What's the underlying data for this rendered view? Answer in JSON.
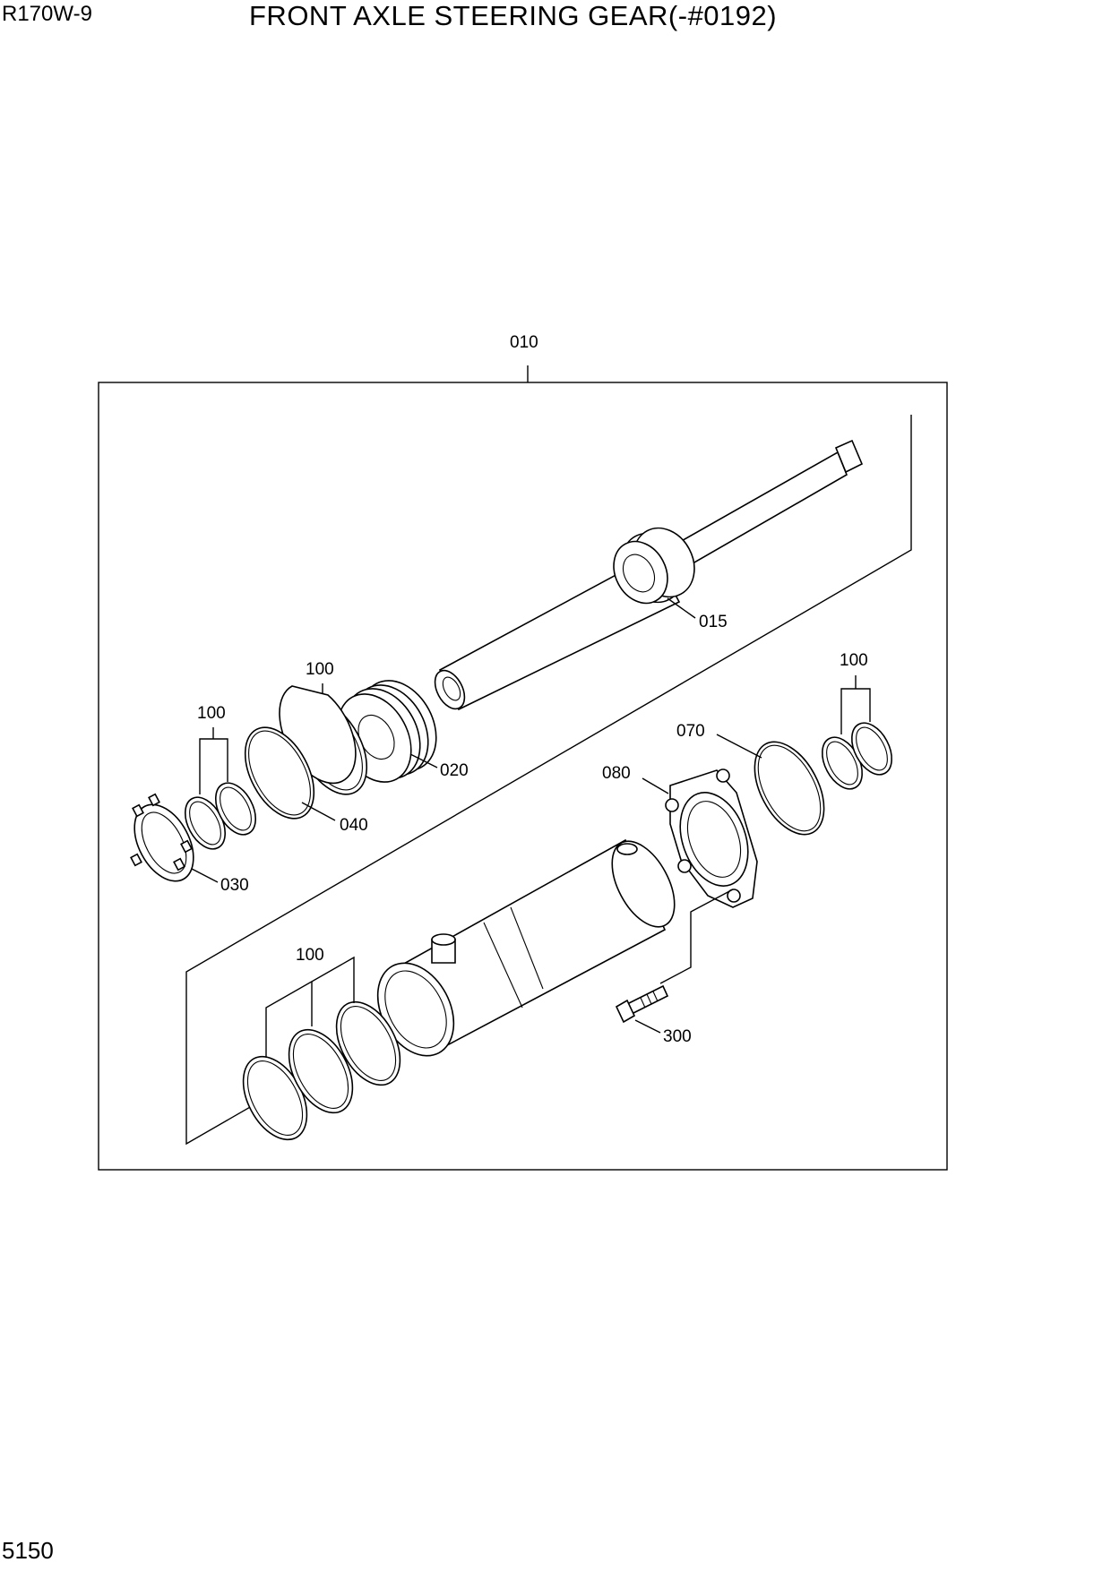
{
  "header": {
    "model": "R170W-9",
    "title": "FRONT AXLE STEERING GEAR(-#0192)"
  },
  "footer": {
    "page_number": "5150"
  },
  "callouts": {
    "c010": "010",
    "c015": "015",
    "c020": "020",
    "c030": "030",
    "c040": "040",
    "c070": "070",
    "c080": "080",
    "c100_a": "100",
    "c100_b": "100",
    "c100_c": "100",
    "c100_d": "100",
    "c300": "300"
  }
}
